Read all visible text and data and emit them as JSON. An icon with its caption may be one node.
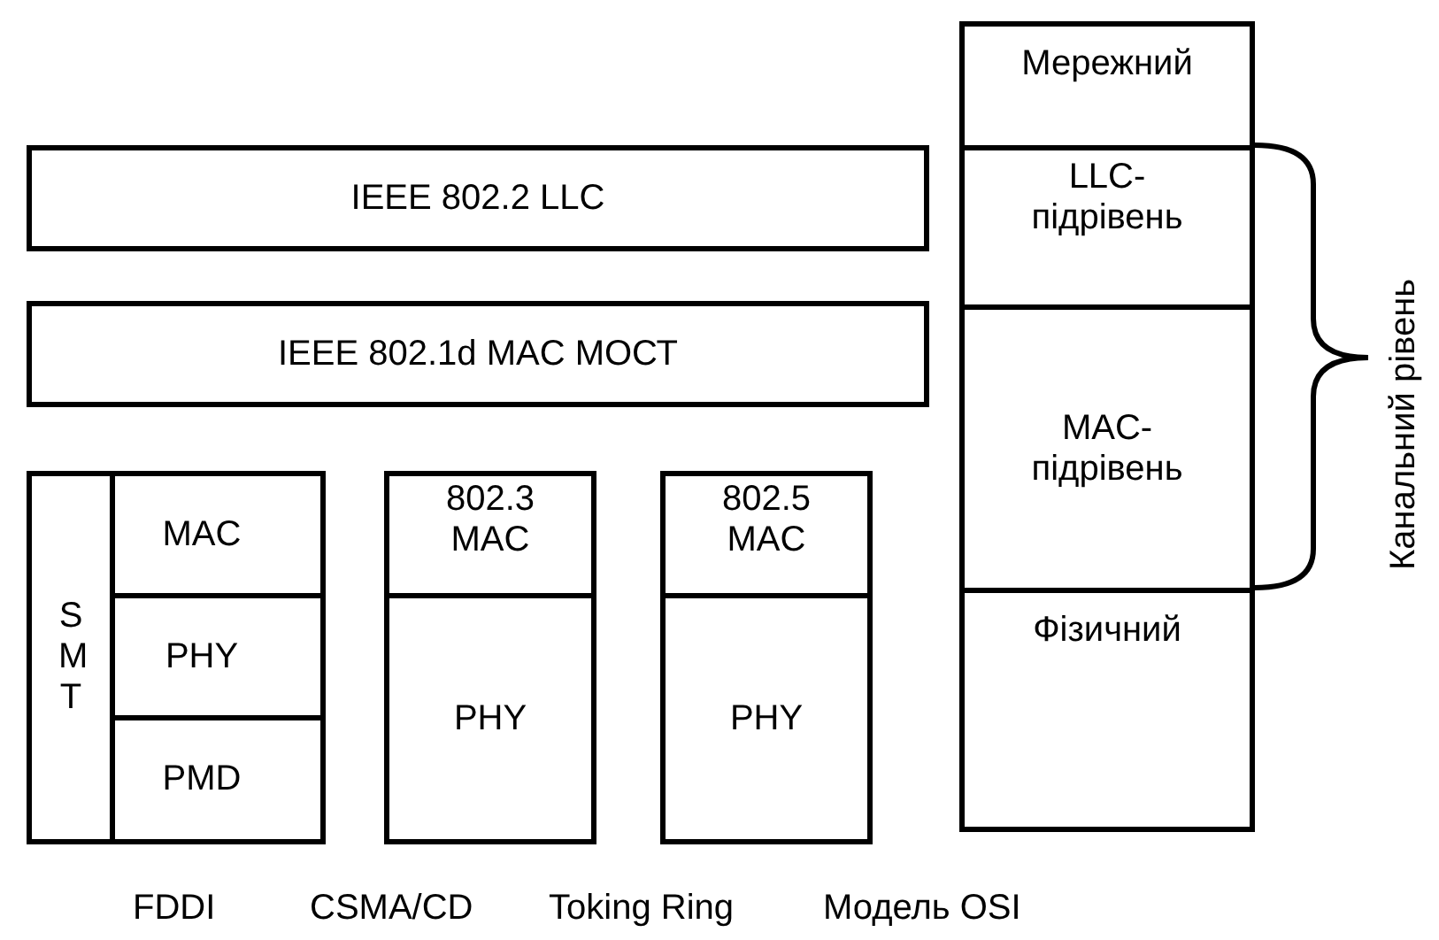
{
  "diagram": {
    "nodes": [
      {
        "text": [
          "IEEE 802.2 LLC"
        ]
      },
      {
        "text": [
          "IEEE 802.1d MAC МОСТ"
        ]
      },
      {
        "text": [
          "SMT"
        ]
      },
      {
        "text": [
          "MAC"
        ]
      },
      {
        "text": [
          "PHY"
        ]
      },
      {
        "text": [
          "PMD"
        ]
      },
      {
        "text": [
          "802.3 MAC"
        ]
      },
      {
        "text": [
          "PHY"
        ]
      },
      {
        "text": [
          "802.5 MAC"
        ]
      },
      {
        "text": [
          "PHY"
        ]
      },
      {
        "text": [
          "Мережний"
        ]
      },
      {
        "text": [
          "LLC- підрівень"
        ]
      },
      {
        "text": [
          "MAC- підрівень"
        ]
      },
      {
        "text": [
          "Фізичний"
        ]
      }
    ],
    "edges": [],
    "labels": [
      "Канальний рівень",
      "FDDI",
      "CSMA/CD",
      "Toking Ring",
      "Модель OSI"
    ]
  }
}
